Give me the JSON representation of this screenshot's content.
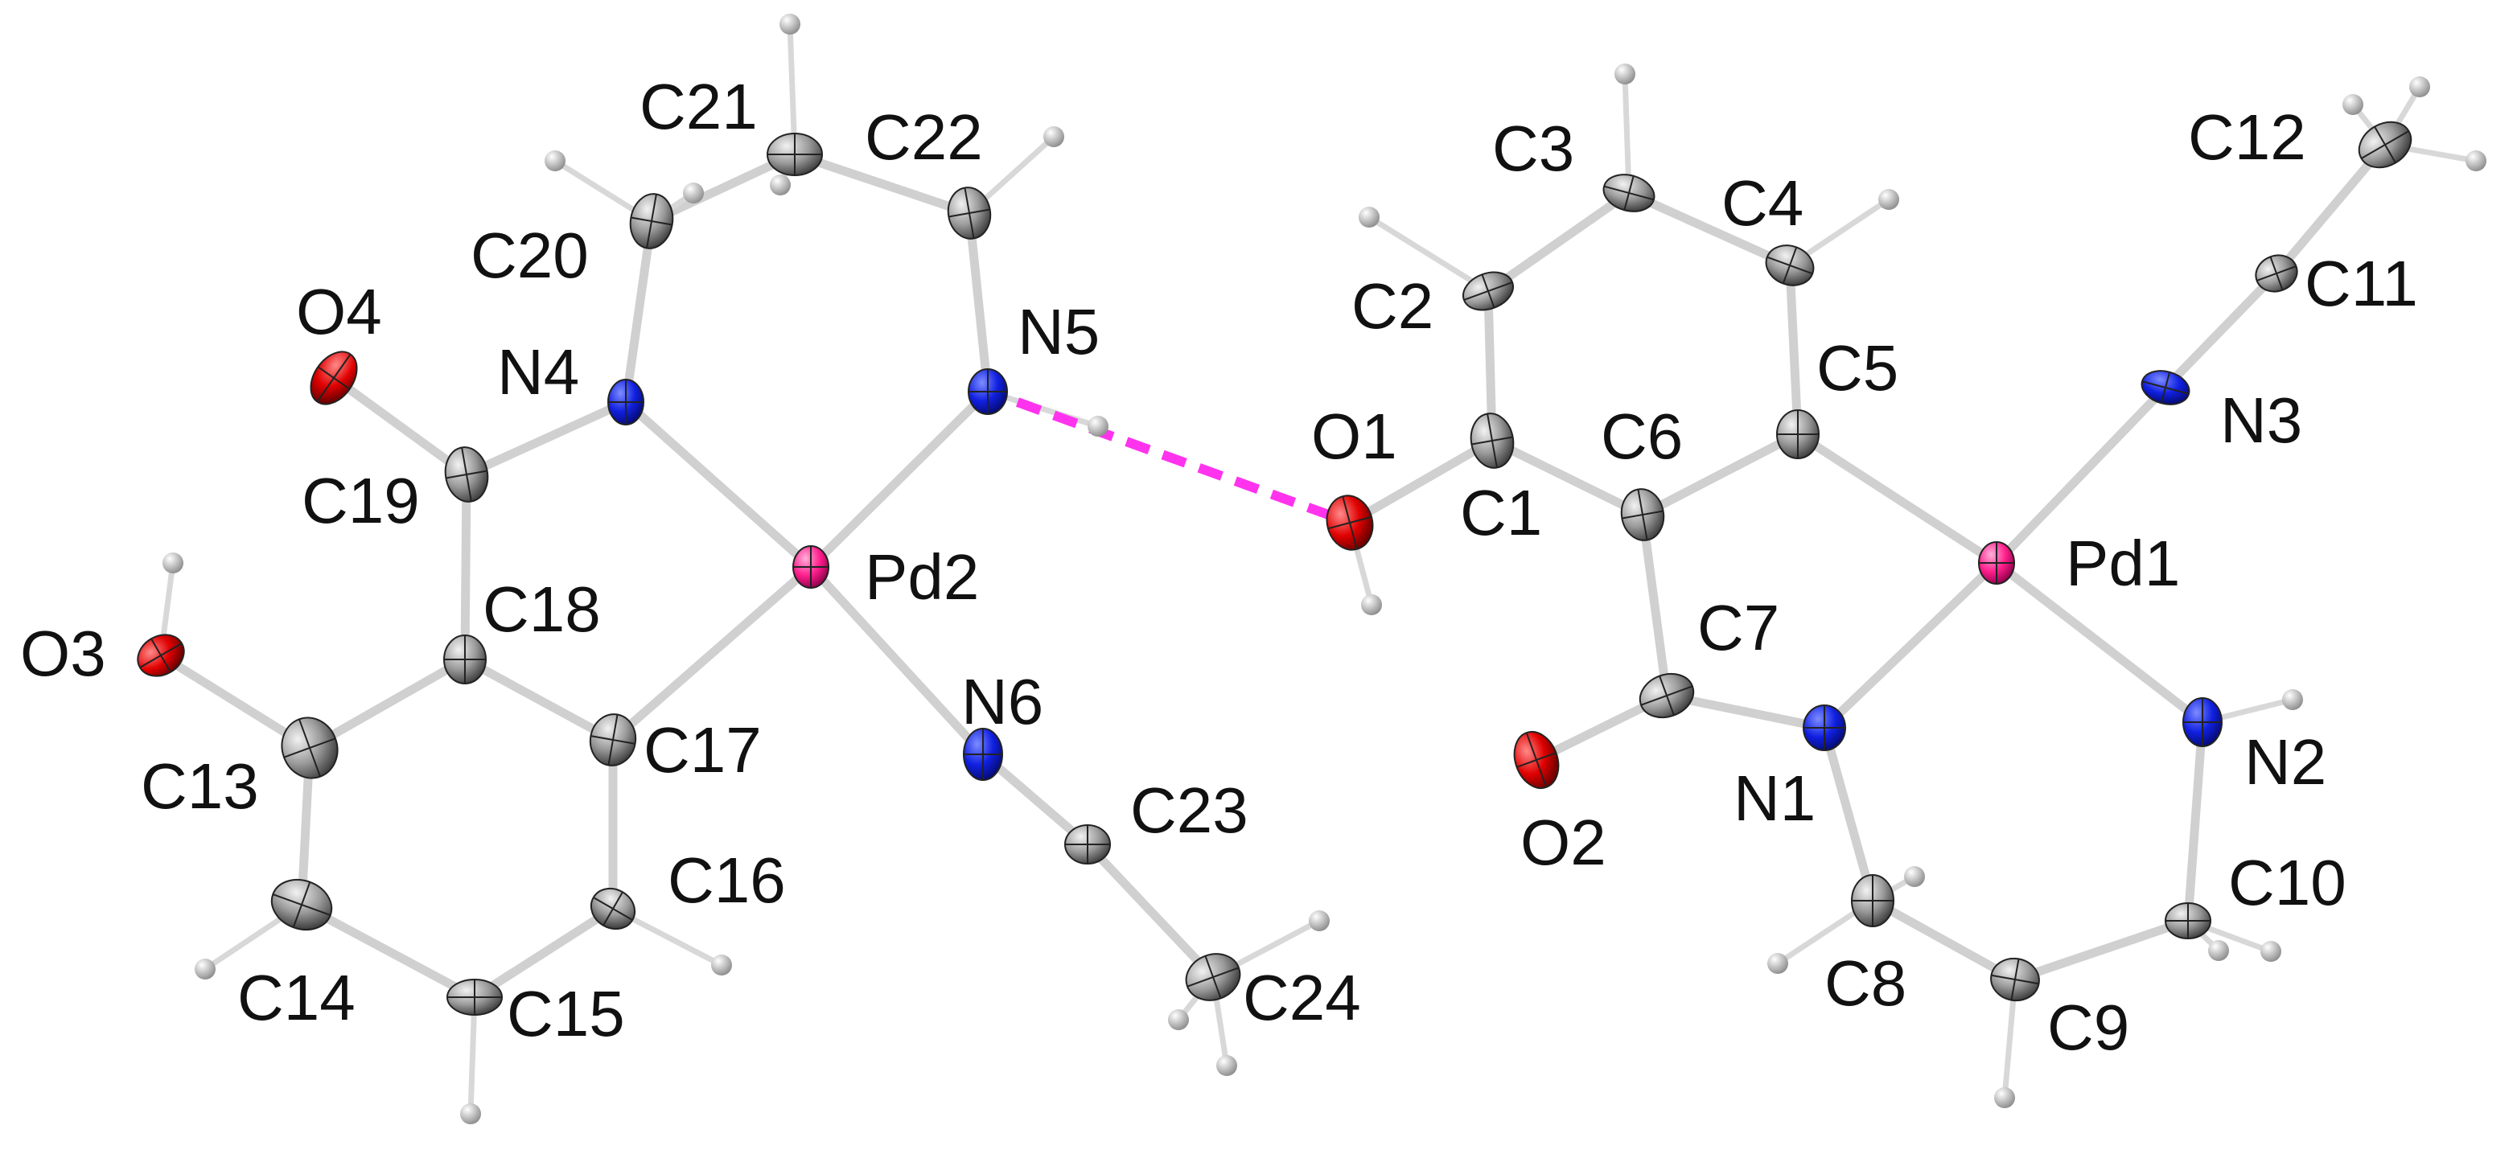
{
  "colors": {
    "carbon": "#9a9a9a",
    "hydrogen": "#c8c8c8",
    "nitrogen": "#1020e0",
    "oxygen": "#e00000",
    "palladium": "#ff1e8c",
    "bond": "#cfcfcf",
    "hbond": "#ff33ee",
    "label": "#111111"
  },
  "labels": {
    "C1": "C1",
    "C2": "C2",
    "C3": "C3",
    "C4": "C4",
    "C5": "C5",
    "C6": "C6",
    "C7": "C7",
    "C8": "C8",
    "C9": "C9",
    "C10": "C10",
    "C11": "C11",
    "C12": "C12",
    "C13": "C13",
    "C14": "C14",
    "C15": "C15",
    "C16": "C16",
    "C17": "C17",
    "C18": "C18",
    "C19": "C19",
    "C20": "C20",
    "C21": "C21",
    "C22": "C22",
    "C23": "C23",
    "C24": "C24",
    "N1": "N1",
    "N2": "N2",
    "N3": "N3",
    "N4": "N4",
    "N5": "N5",
    "N6": "N6",
    "O1": "O1",
    "O2": "O2",
    "O3": "O3",
    "O4": "O4",
    "Pd1": "Pd1",
    "Pd2": "Pd2"
  }
}
